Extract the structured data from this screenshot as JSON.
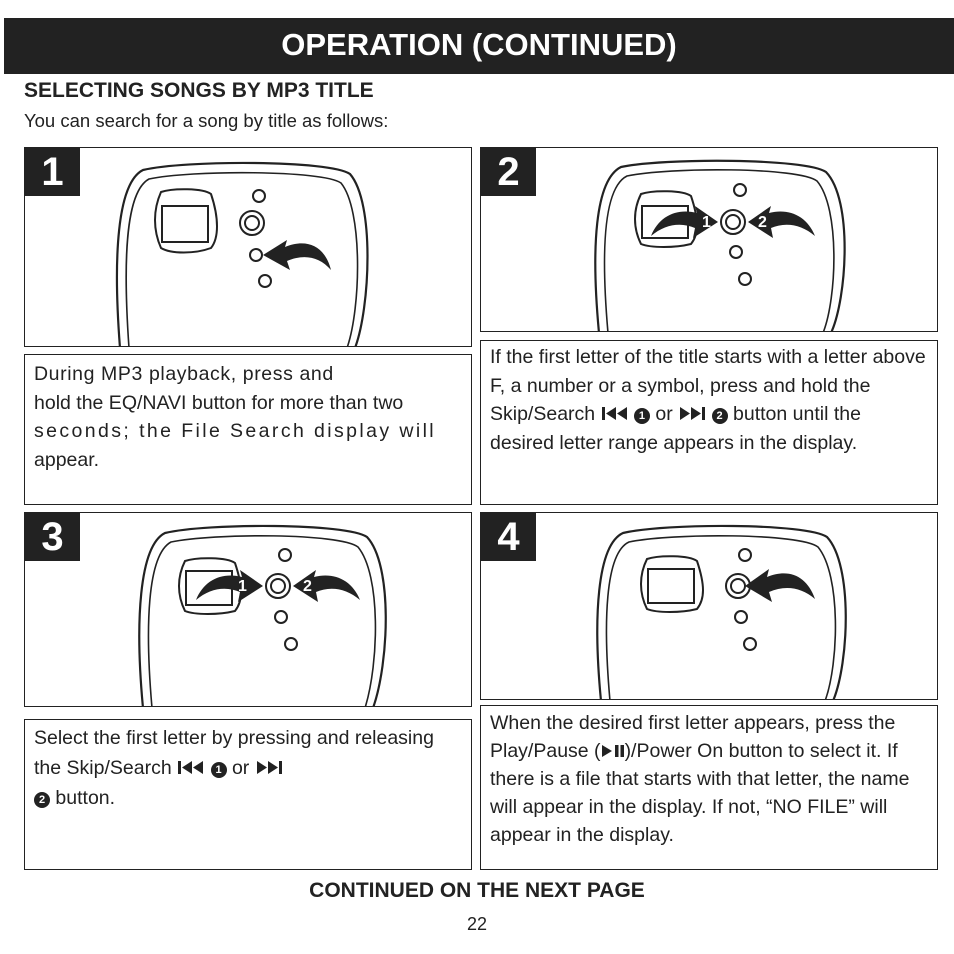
{
  "header": {
    "title": "OPERATION (CONTINUED)"
  },
  "section": {
    "title": "SELECTING SONGS BY MP3 TITLE",
    "intro": "You can search for a song by title as follows:"
  },
  "steps": [
    {
      "number": "1",
      "text_line1": "During MP3 playback, press and",
      "text_line2": "hold the EQ/NAVI button for more than two",
      "text_line3": "seconds; the File Search display will",
      "text_line4": "appear."
    },
    {
      "number": "2",
      "arrow_label_1": "1",
      "arrow_label_2": "2",
      "text_before": "If the first letter of the title starts with a letter above F, a number or a symbol, press and hold the Skip/Search",
      "badge_1": "1",
      "text_or": "or",
      "badge_2": "2",
      "text_after": "button until the desired letter range appears in the display."
    },
    {
      "number": "3",
      "arrow_label_1": "1",
      "arrow_label_2": "2",
      "text_before": "Select the first letter by pressing and releasing the Skip/Search",
      "badge_1": "1",
      "text_or": "or",
      "badge_2": "2",
      "text_after": "button."
    },
    {
      "number": "4",
      "text_before": "When the desired first letter appears, press the Play/Pause (",
      "text_after": ")/Power On button to select it. If there is a file that starts with that letter, the name will appear in the display. If not, “NO FILE” will appear in the display."
    }
  ],
  "footer": {
    "continued": "CONTINUED ON THE NEXT PAGE",
    "page_number": "22"
  },
  "icons": {
    "skip_back": "skip-back-icon",
    "skip_forward": "skip-forward-icon",
    "play_pause": "play-pause-icon",
    "press_arrow": "curved-arrow-icon"
  }
}
